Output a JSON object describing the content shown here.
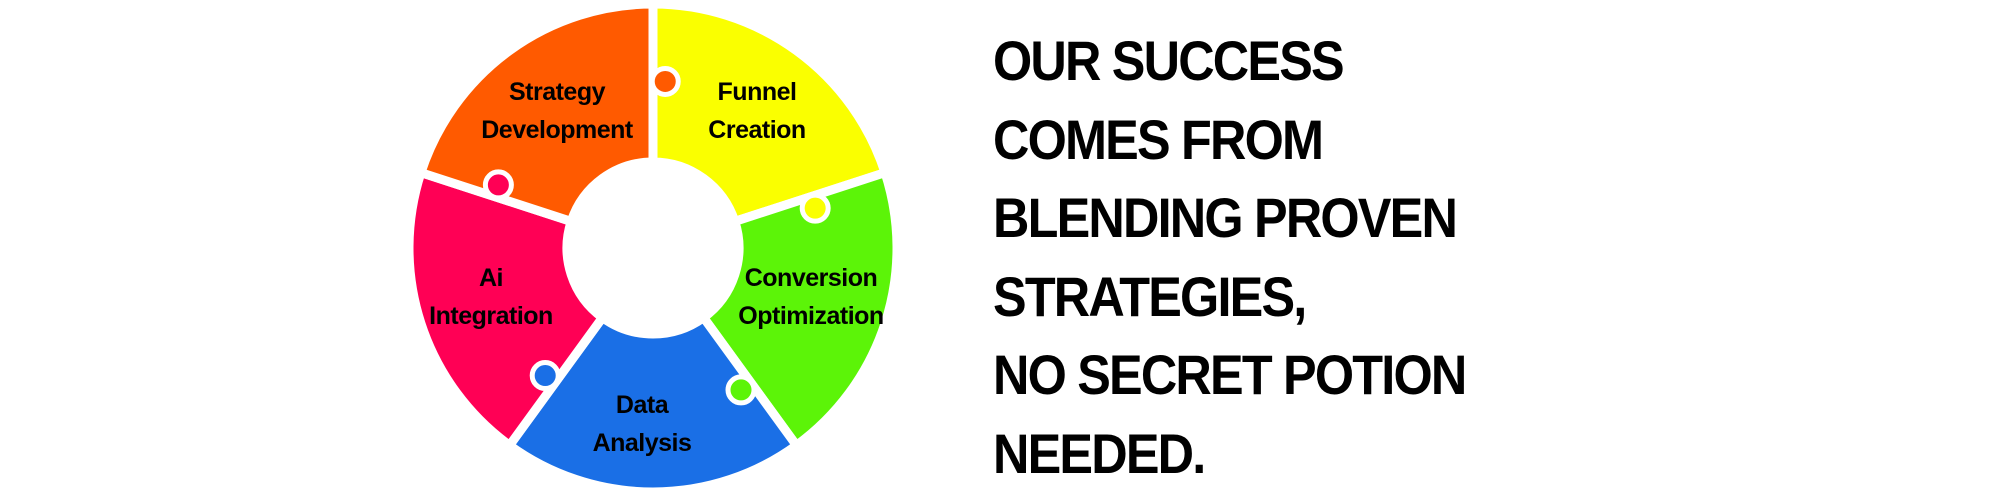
{
  "diagram": {
    "segments": [
      {
        "label_lines": [
          "Strategy",
          "Development"
        ],
        "color": "#FAFF00"
      },
      {
        "label_lines": [
          "Funnel",
          "Creation"
        ],
        "color": "#5CF408"
      },
      {
        "label_lines": [
          "Ai",
          "Integration"
        ],
        "color": "#1A6FE6"
      },
      {
        "label_lines": [
          "Conversion",
          "Optimization"
        ],
        "color": "#FF0055"
      },
      {
        "label_lines": [
          "Data",
          "Analysis"
        ],
        "color": "#FF5A00"
      }
    ]
  },
  "headline": {
    "lines": [
      "OUR SUCCESS",
      "COMES FROM",
      "BLENDING PROVEN",
      "STRATEGIES,",
      "NO SECRET POTION",
      "NEEDED."
    ]
  }
}
